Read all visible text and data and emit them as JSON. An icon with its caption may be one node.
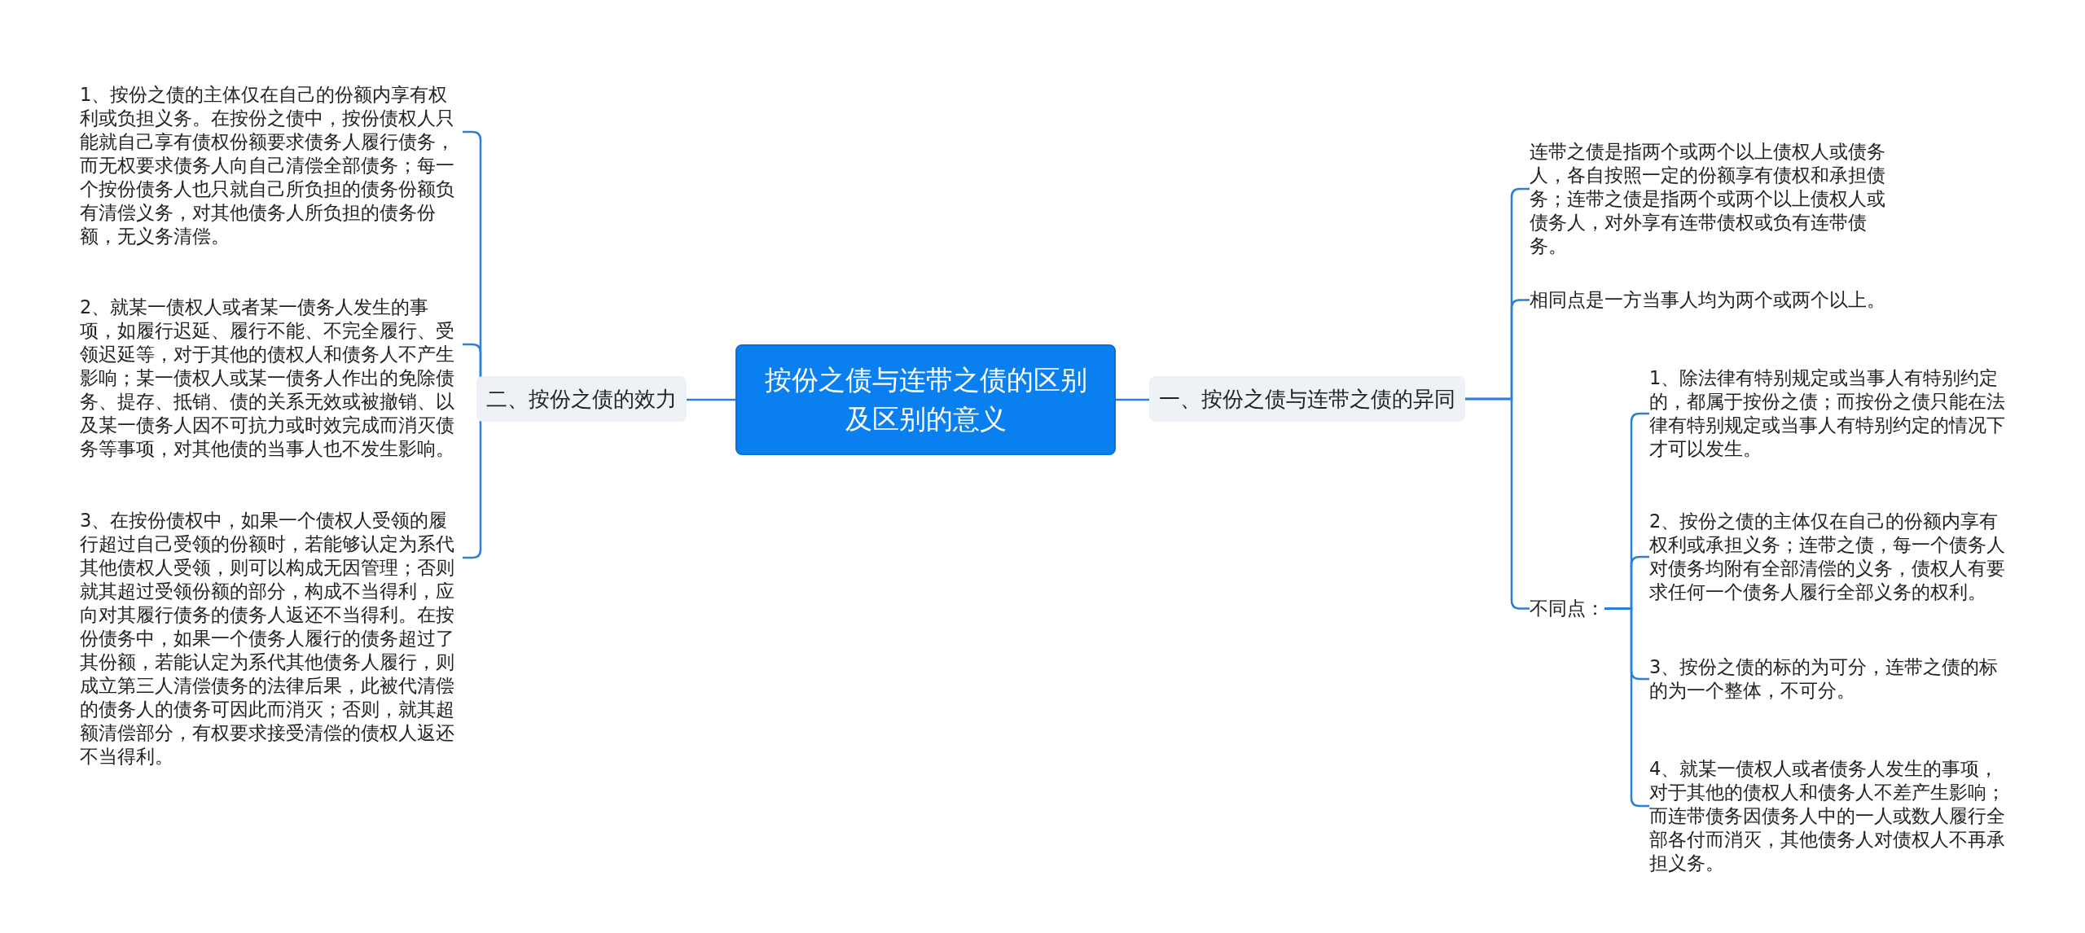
{
  "diagram": {
    "nodes": [
      {
        "text": [
          "按份之债与连带之债的区别及区别的意义"
        ]
      },
      {
        "text": [
          "一、按份之债与连带之债的异同"
        ]
      },
      {
        "text": [
          "连带之债是指两个或两个以上债权人或债务人，各自按照一定的份额享有债权和承担债务；连带之债是指两个或两个以上债权人或债务人，对外享有连带债权或负有连带债务。"
        ]
      },
      {
        "text": [
          "相同点是一方当事人均为两个或两个以上。"
        ]
      },
      {
        "text": [
          "不同点："
        ]
      },
      {
        "text": [
          "1、除法律有特别规定或当事人有特别约定的，都属于按份之债；而按份之债只能在法律有特别规定或当事人有特别约定的情况下才可以发生。"
        ]
      },
      {
        "text": [
          "2、按份之债的主体仅在自己的份额内享有权利或承担义务；连带之债，每一个债务人对债务均附有全部清偿的义务，债权人有要求任何一个债务人履行全部义务的权利。"
        ]
      },
      {
        "text": [
          "3、按份之债的标的为可分，连带之债的标的为一个整体，不可分。"
        ]
      },
      {
        "text": [
          "4、就某一债权人或者债务人发生的事项，对于其他的债权人和债务人不差产生影响；而连带债务因债务人中的一人或数人履行全部各付而消灭，其他债务人对债权人不再承担义务。"
        ]
      },
      {
        "text": [
          "二、按份之债的效力"
        ]
      },
      {
        "text": [
          "1、按份之债的主体仅在自己的份额内享有权利或负担义务。在按份之债中，按份债权人只能就自己享有债权份额要求债务人履行债务，而无权要求债务人向自己清偿全部债务；每一个按份债务人也只就自己所负担的债务份额负有清偿义务，对其他债务人所负担的债务份额，无义务清偿。"
        ]
      },
      {
        "text": [
          "2、就某一债权人或者某一债务人发生的事项，如履行迟延、履行不能、不完全履行、受领迟延等，对于其他的债权人和债务人不产生影响；某一债权人或某一债务人作出的免除债务、提存、抵销、债的关系无效或被撤销、以及某一债务人因不可抗力或时效完成而消灭债务等事项，对其他债的当事人也不发生影响。"
        ]
      },
      {
        "text": [
          "3、在按份债权中，如果一个债权人受领的履行超过自己受领的份额时，若能够认定为系代其他债权人受领，则可以构成无因管理；否则就其超过受领份额的部分，构成不当得利，应向对其履行债务的债务人返还不当得利。在按份债务中，如果一个债务人履行的债务超过了其份额，若能认定为系代其他债务人履行，则成立第三人清偿债务的法律后果，此被代清偿的债务人的债务可因此而消灭；否则，就其超额清偿部分，有权要求接受清偿的债权人返还不当得利。"
        ]
      }
    ],
    "edges": [
      {
        "from": 0,
        "to": 1,
        "arrow": "none"
      },
      {
        "from": 1,
        "to": 2,
        "arrow": "none"
      },
      {
        "from": 1,
        "to": 3,
        "arrow": "none"
      },
      {
        "from": 1,
        "to": 4,
        "arrow": "none"
      },
      {
        "from": 4,
        "to": 5,
        "arrow": "none"
      },
      {
        "from": 4,
        "to": 6,
        "arrow": "none"
      },
      {
        "from": 4,
        "to": 7,
        "arrow": "none"
      },
      {
        "from": 4,
        "to": 8,
        "arrow": "none"
      },
      {
        "from": 0,
        "to": 9,
        "arrow": "none"
      },
      {
        "from": 9,
        "to": 10,
        "arrow": "none"
      },
      {
        "from": 9,
        "to": 11,
        "arrow": "none"
      },
      {
        "from": 9,
        "to": 12,
        "arrow": "none"
      }
    ]
  }
}
